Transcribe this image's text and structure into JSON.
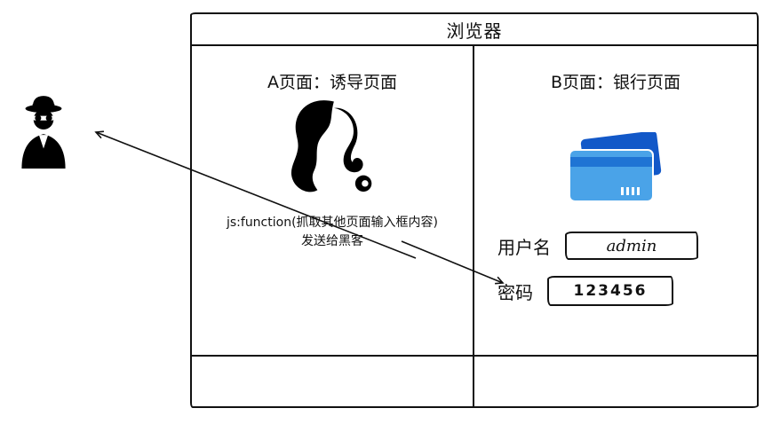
{
  "browser": {
    "title": "浏览器",
    "page_a": {
      "title": "A页面：诱导页面",
      "note_line1": "js:function(抓取其他页面输入框内容)",
      "note_line2": "发送给黑客"
    },
    "page_b": {
      "title": "B页面：银行页面",
      "username_label": "用户名",
      "username_value": "admin",
      "password_label": "密码",
      "password_value": "123456"
    }
  },
  "icons": {
    "hacker": "hacker-spy-icon",
    "lure_image": "woman-silhouette-icon",
    "bank": "credit-card-icon",
    "arrow_to_hacker": "arrow-to-hacker",
    "arrow_to_password": "arrow-to-password-field"
  },
  "colors": {
    "ink": "#111111",
    "card_front": "#4aa3e8",
    "card_back": "#1258c8",
    "card_stripe": "#1f74d4"
  }
}
